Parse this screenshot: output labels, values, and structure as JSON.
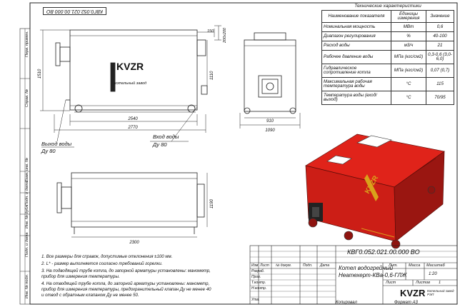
{
  "stamp_top": "КВГ0.052.021.00.000 ВО",
  "side_labels": [
    "Перв. примен.",
    "Справ. №",
    "Подп. и дата",
    "Инв. № дубл.",
    "Взам. инв. №",
    "Подп. и дата",
    "Инв. № подл."
  ],
  "spec": {
    "caption": "Технические характеристики",
    "headers": [
      "Наименование показателя",
      "Единицы измерения",
      "Значение"
    ],
    "rows": [
      {
        "name": "Номинальная мощность",
        "unit": "МВт",
        "value": "0,6"
      },
      {
        "name": "Диапазон регулирования",
        "unit": "%",
        "value": "40-100"
      },
      {
        "name": "Расход воды",
        "unit": "м3/ч",
        "value": "21"
      },
      {
        "name": "Рабочее давление воды",
        "unit": "МПа (кгс/см2)",
        "value": "0,3-0,6 (3,0-6,0)"
      },
      {
        "name": "Гидравлическое сопротивление котла",
        "unit": "МПа (кгс/см2)",
        "value": "0,07 (0,7)"
      },
      {
        "name": "Максимальная рабочая температура воды",
        "unit": "°С",
        "value": "115"
      },
      {
        "name": "Температура воды (вход/выход)",
        "unit": "°С",
        "value": "70/95"
      }
    ]
  },
  "dims": {
    "d150": "150",
    "d200x200": "200х200",
    "d1510": "1510",
    "d1110": "1110",
    "d2540": "2540",
    "d2770": "2770",
    "d910": "910",
    "d1090": "1090",
    "d1190": "1190",
    "d2300": "2300"
  },
  "labels": {
    "water_out": "Выход воды",
    "water_out_dn": "Ду 80",
    "water_in": "Вход воды",
    "water_in_dn": "Ду 80",
    "brand": "KVZR",
    "brand_sub": "котельный завод",
    "brand_product": "KVZR"
  },
  "notes": [
    "1.  Все размеры для справок, допустимые отклонения ±100 мм.",
    "2.  L* - размер выполняется согласно требований горелки.",
    "3.  На подводящей трубе котла, до запорной арматуры установлены: манометр,",
    "     прибор для измерения температуры.",
    "4.  На отводящей трубе котла, до запорной арматуры установлены: манометр,",
    "     прибор для измерения температуры, предохранительный клапан Ду не менее 40",
    "     и отвод с обратным клапаном Ду не менее 50."
  ],
  "title_block": {
    "code": "КВГ0.052.021.00.000 ВО",
    "name_line1": "Котел водогрейный",
    "name_line2": "Неатехерт-КВа-0,6-ГЛЖ",
    "row_labels": [
      "Изм",
      "Лист",
      "№ докум.",
      "Подп.",
      "Дата"
    ],
    "roles": [
      "Разраб.",
      "Пров.",
      "Т.контр.",
      "Н.контр.",
      "Утв."
    ],
    "lit_label": "Лит.",
    "mass_label": "Масса",
    "scale_label": "Масштаб",
    "scale_value": "1:20",
    "sheet_label": "Лист",
    "sheets_label": "Листов",
    "sheets_value": "1",
    "logo": "KVZR",
    "logo_sub": "Котельный завод РЭП",
    "copied": "Копировал",
    "format": "Формат А3"
  },
  "colors": {
    "boiler": "#e0231a",
    "boiler_dark": "#8e1410",
    "gold": "#d9a21b"
  }
}
